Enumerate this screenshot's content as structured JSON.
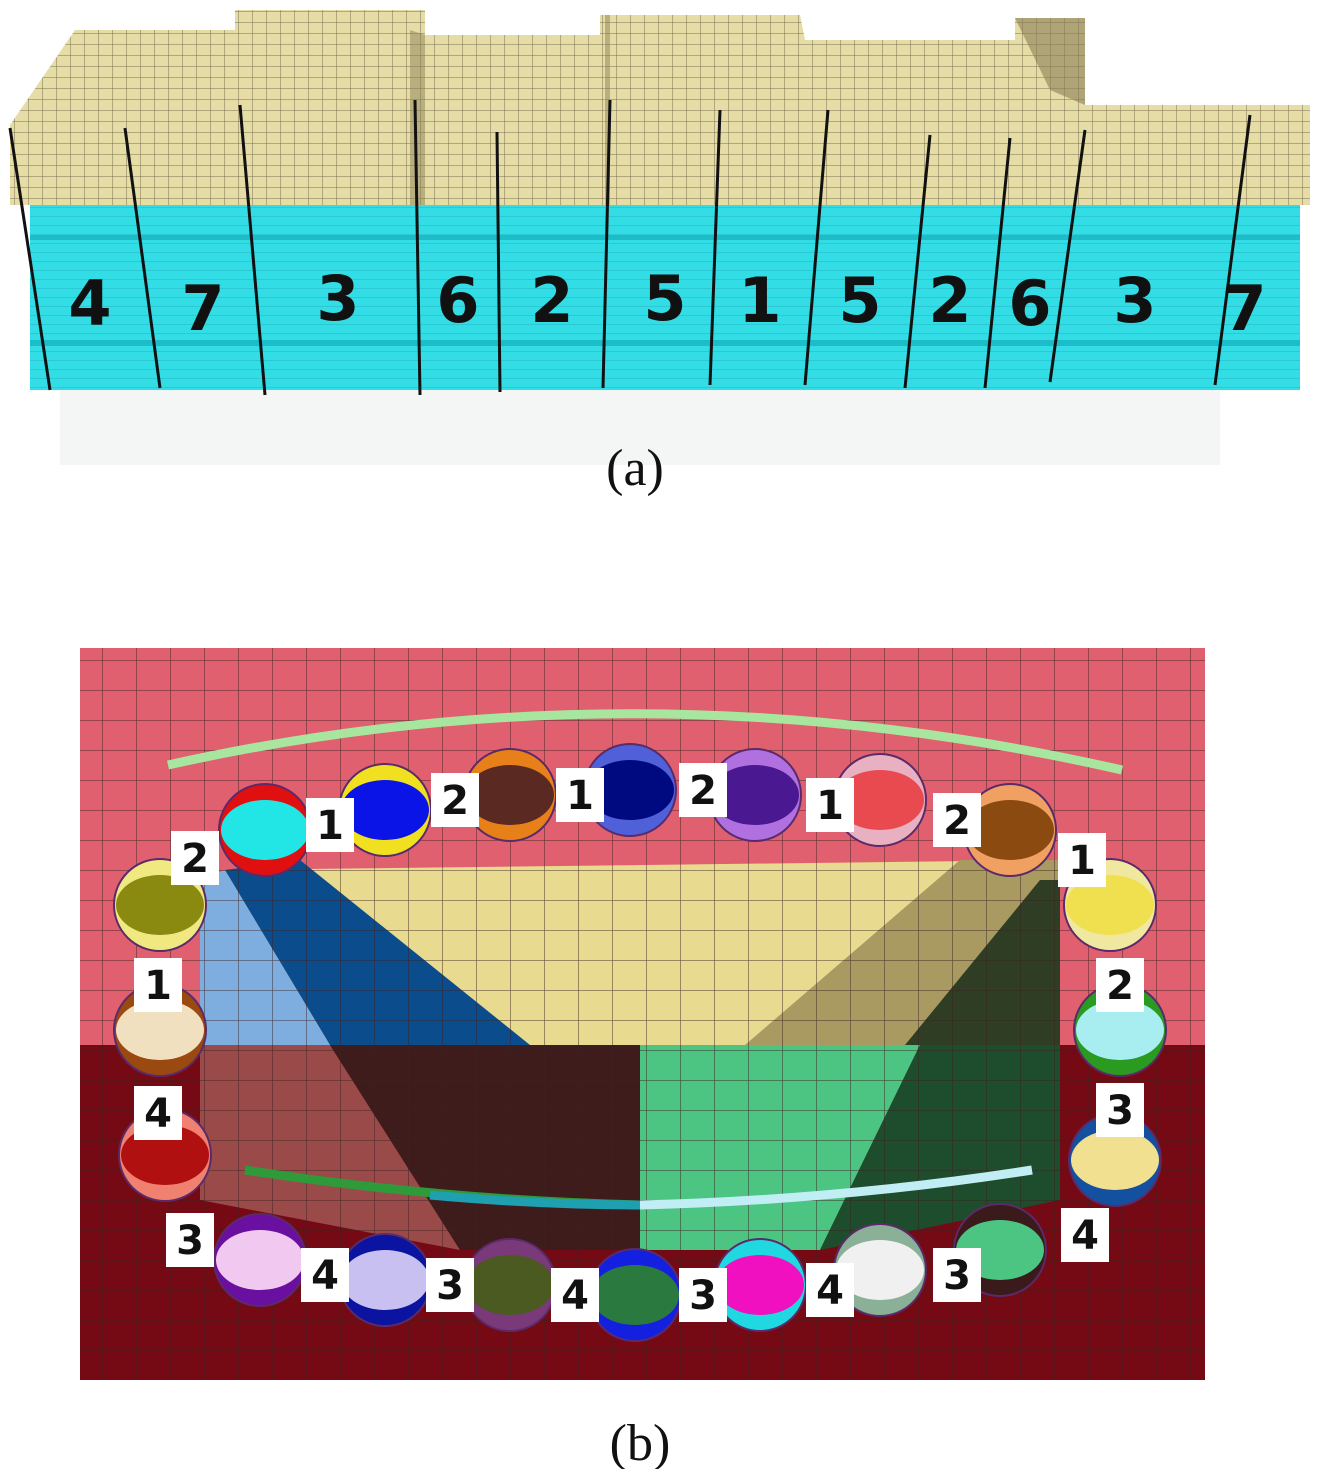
{
  "panel_a": {
    "caption": "(a)",
    "segment_numbers": [
      "4",
      "7",
      "3",
      "6",
      "2",
      "5",
      "1",
      "5",
      "2",
      "6",
      "3",
      "7"
    ]
  },
  "panel_b": {
    "caption": "(b)",
    "labels": [
      "2",
      "1",
      "2",
      "1",
      "2",
      "1",
      "2",
      "1",
      "2",
      "3",
      "4",
      "3",
      "4",
      "3",
      "4",
      "3",
      "4",
      "3",
      "4",
      "1"
    ]
  }
}
